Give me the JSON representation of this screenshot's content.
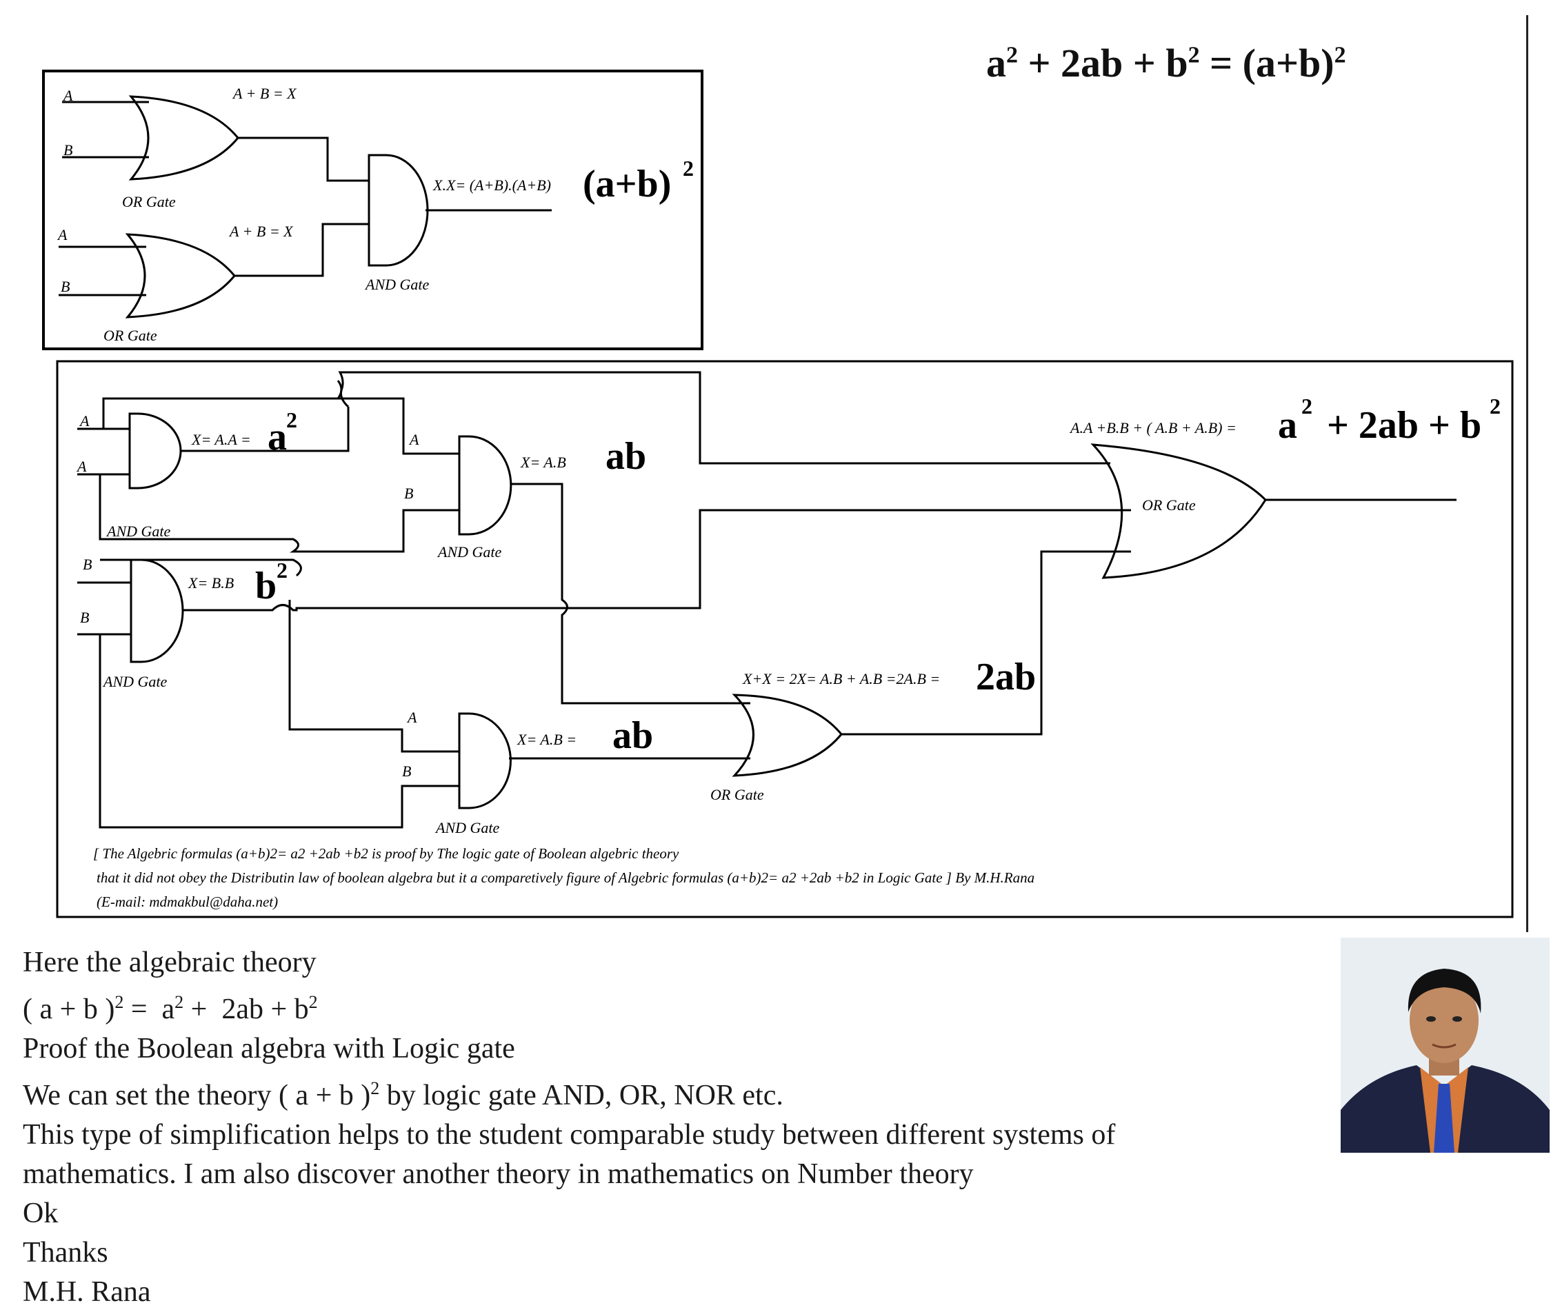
{
  "header_equation": {
    "left": "a",
    "sup1": "2",
    "mid": " + 2ab + b",
    "sup2": "2",
    "right": " = (a+b)",
    "sup3": "2"
  },
  "top_circuit": {
    "gate1_inputs": [
      "A",
      "B"
    ],
    "gate1_output": "A + B = X",
    "gate1_label": "OR Gate",
    "gate2_inputs": [
      "A",
      "B"
    ],
    "gate2_output": "A + B = X",
    "gate2_label": "OR Gate",
    "and_label": "AND Gate",
    "and_output_expr": "X.X= (A+B).(A+B)",
    "and_output_big": "(a+b)",
    "and_output_sup": "2"
  },
  "bottom_circuit": {
    "and1_inputs": [
      "A",
      "A"
    ],
    "and1_expr": "X= A.A =",
    "and1_big": "a",
    "and1_sup": "2",
    "and1_label": "AND Gate",
    "and2_inputs": [
      "A",
      "B"
    ],
    "and2_expr": "X= A.B",
    "and2_big": "ab",
    "and2_label": "AND Gate",
    "and3_inputs": [
      "B",
      "B"
    ],
    "and3_expr": "X= B.B",
    "and3_big": "b",
    "and3_sup": "2",
    "and3_label": "AND Gate",
    "and4_inputs": [
      "A",
      "B"
    ],
    "and4_expr": "X= A.B =",
    "and4_big": "ab",
    "and4_label": "AND Gate",
    "or_small_expr": "X+X = 2X= A.B + A.B =2A.B =",
    "or_small_big": "2ab",
    "or_small_label": "OR Gate",
    "or_big_expr": "A.A +B.B + ( A.B + A.B) =",
    "or_big_result": "a",
    "or_big_sup1": "2",
    "or_big_mid": " + 2ab + b",
    "or_big_sup2": "2",
    "or_big_label": "OR Gate",
    "note_line1": "[ The Algebric formulas (a+b)2= a2 +2ab +b2 is proof by The logic gate of Boolean algebric theory",
    "note_line2": "that it did not obey the Distributin law of boolean algebra but it a comparetively figure of Algebric formulas (a+b)2= a2 +2ab +b2 in Logic Gate ] By M.H.Rana",
    "note_line3": "(E-mail: mdmakbul@daha.net)"
  },
  "body": {
    "line1": "Here the algebraic theory",
    "line2a": "( a + b )",
    "line2sup1": "2",
    "line2b": " =  a",
    "line2sup2": "2",
    "line2c": " +  2ab + b",
    "line2sup3": "2",
    "line3": "Proof the Boolean algebra with Logic gate",
    "line4a": "We can set the theory ( a + b )",
    "line4sup": "2",
    "line4b": " by logic gate AND, OR, NOR etc.",
    "line5": "This type of simplification helps to the student comparable study between different systems of",
    "line6": "mathematics. I am also discover another theory in mathematics on Number theory",
    "line7": "Ok",
    "line8": "Thanks",
    "line9": "M.H. Rana"
  },
  "icons": {
    "author_photo": "person-portrait-icon"
  }
}
